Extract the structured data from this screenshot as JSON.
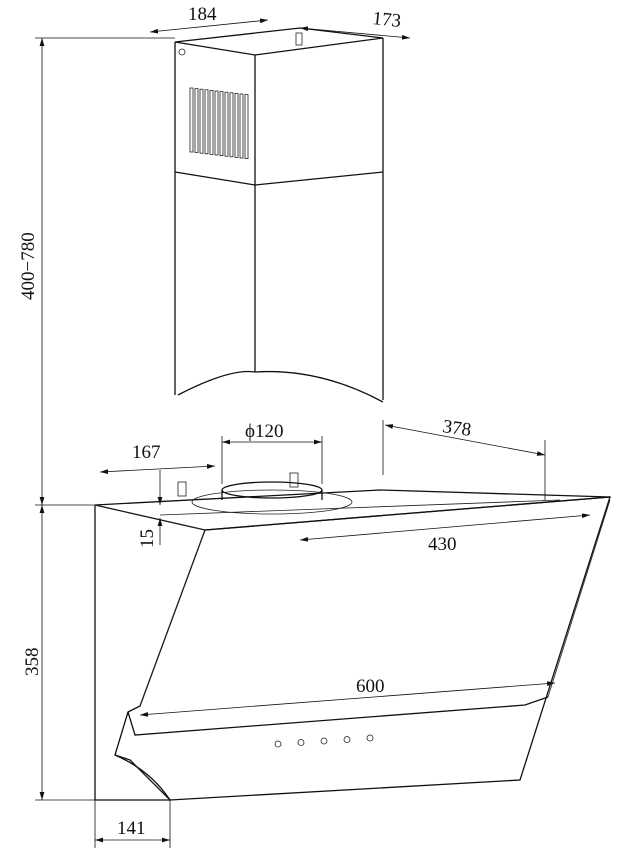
{
  "title": "Range hood dimension drawing",
  "colors": {
    "line": "#111111",
    "background": "#ffffff"
  },
  "dimensions": {
    "chimney_width": "184",
    "chimney_depth": "173",
    "chimney_height_range": "400−780",
    "duct_diameter": "ϕ120",
    "duct_offset": "167",
    "top_depth": "378",
    "top_plate_thickness": "15",
    "glass_top_width": "430",
    "hood_height": "358",
    "hood_width": "600",
    "bottom_depth": "141"
  },
  "control_buttons_count": 5
}
